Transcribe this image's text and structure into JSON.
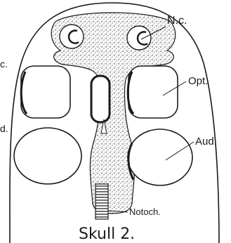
{
  "figure": {
    "caption": "Skull 2.",
    "labels": {
      "nasal_capsule": "N.c.",
      "optic": "Opt.",
      "auditory": "Aud.",
      "notochord": "Notoch.",
      "left_partial_top": "c.",
      "left_partial_mid": "d."
    },
    "colors": {
      "ink": "#1a1a1a",
      "cartilage_fill": "#c9c9c9",
      "background": "#ffffff"
    }
  }
}
